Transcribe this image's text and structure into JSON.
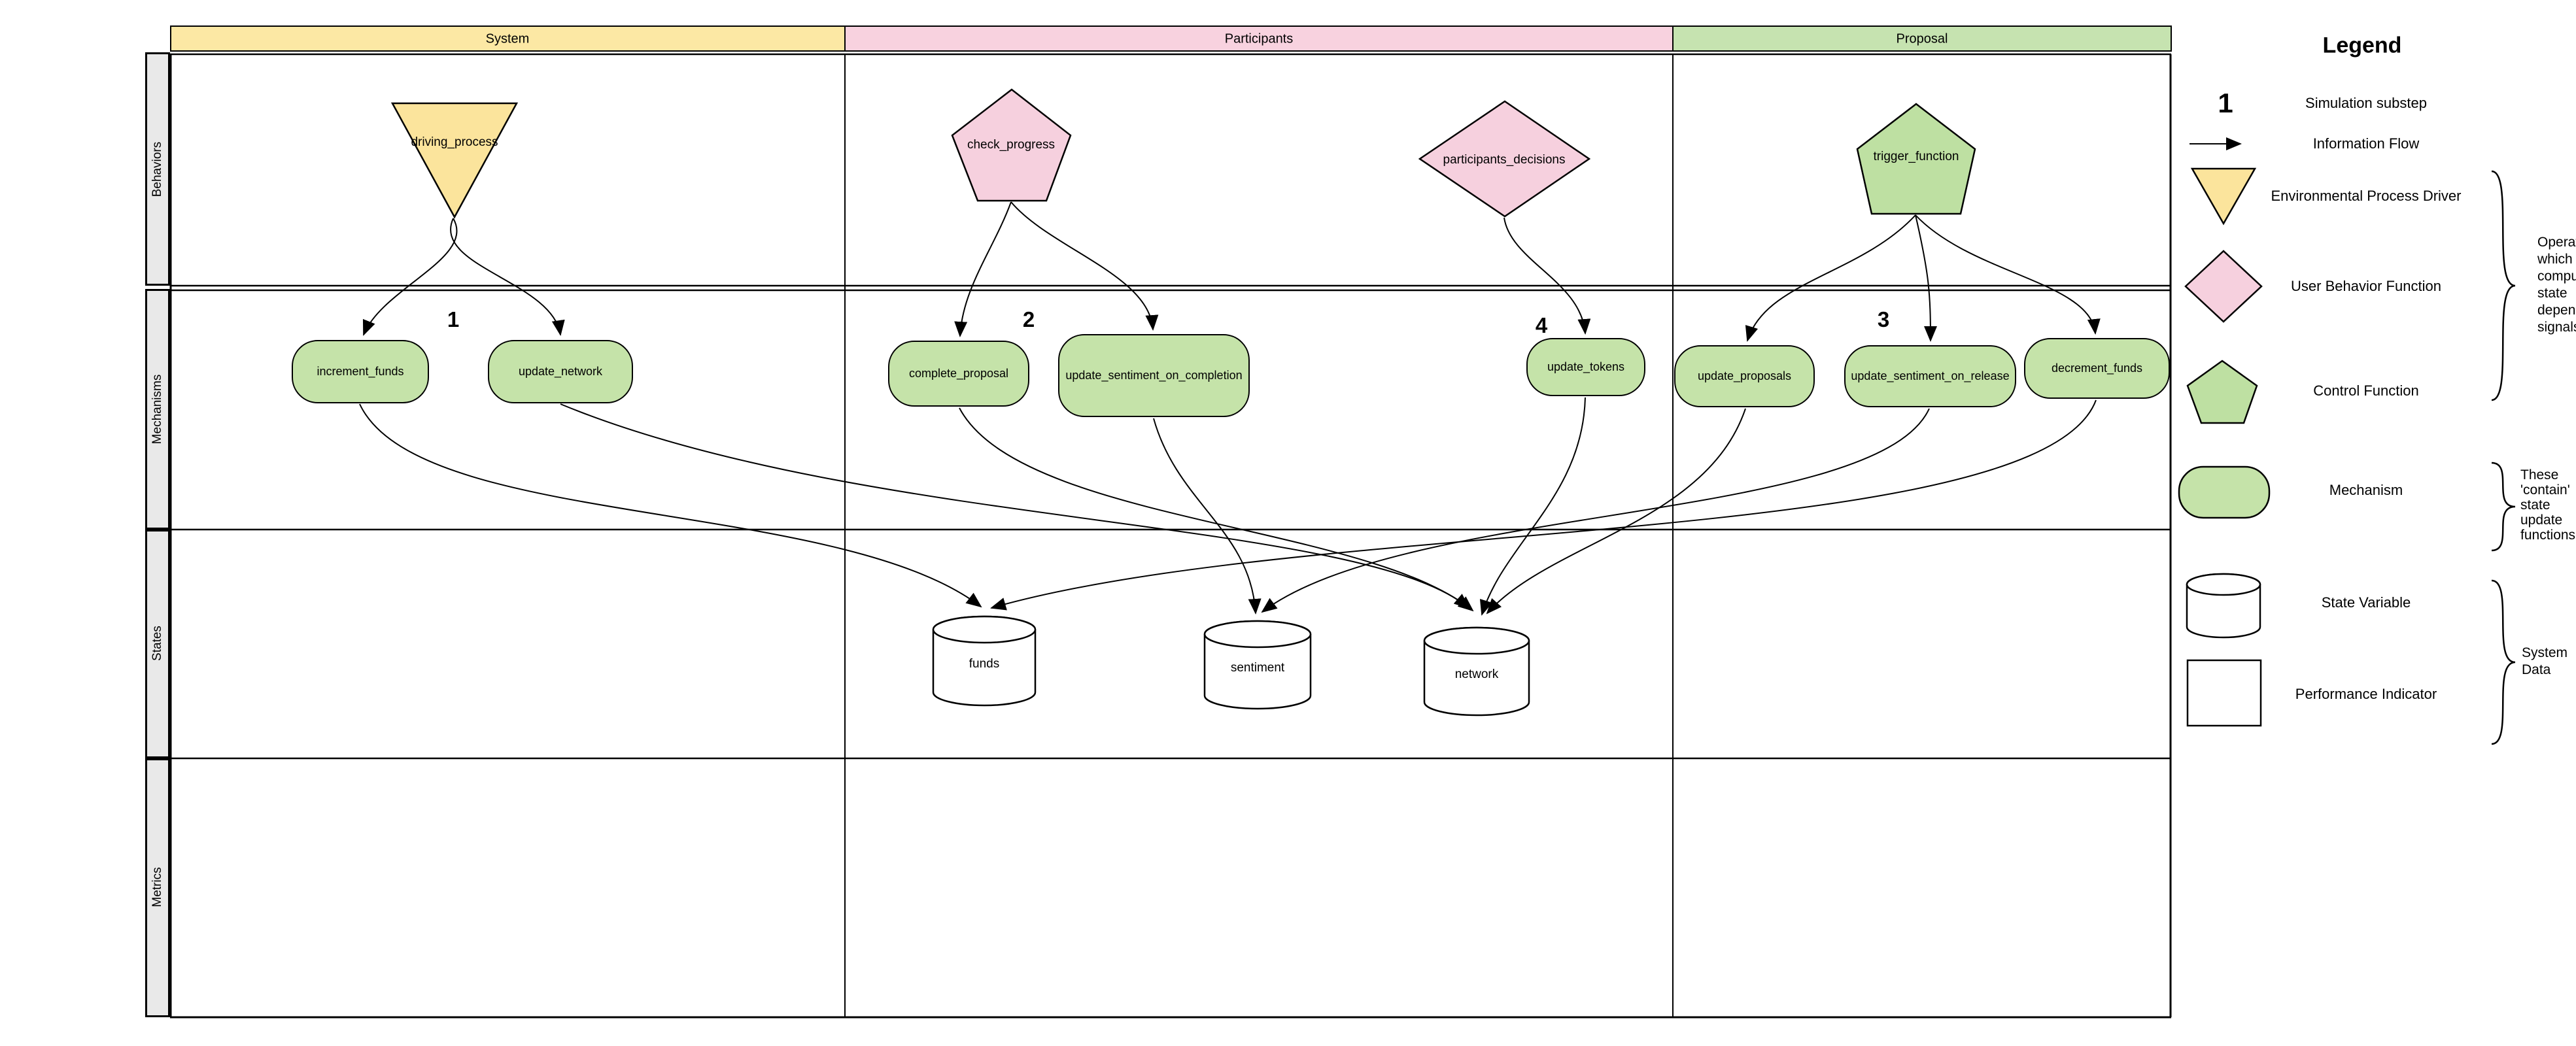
{
  "columns": [
    {
      "label": "System"
    },
    {
      "label": "Participants"
    },
    {
      "label": "Proposal"
    }
  ],
  "rows": [
    {
      "label": "Behaviors"
    },
    {
      "label": "Mechanisms"
    },
    {
      "label": "States"
    },
    {
      "label": "Metrics"
    }
  ],
  "nodes": {
    "behaviors": [
      {
        "id": "driving_process",
        "label": "driving_process",
        "shape": "triangle-down",
        "column": "System"
      },
      {
        "id": "check_progress",
        "label": "check_progress",
        "shape": "pentagon",
        "column": "Participants"
      },
      {
        "id": "participants_decisions",
        "label": "participants_decisions",
        "shape": "diamond",
        "column": "Participants"
      },
      {
        "id": "trigger_function",
        "label": "trigger_function",
        "shape": "pentagon",
        "column": "Proposal"
      }
    ],
    "mechanisms": [
      {
        "id": "increment_funds",
        "label": "increment_funds",
        "column": "System"
      },
      {
        "id": "update_network",
        "label": "update_network",
        "column": "System"
      },
      {
        "id": "complete_proposal",
        "label": "complete_proposal",
        "column": "Participants"
      },
      {
        "id": "update_sentiment_on_completion",
        "label": "update_sentiment_on_completion",
        "column": "Participants"
      },
      {
        "id": "update_tokens",
        "label": "update_tokens",
        "column": "Participants"
      },
      {
        "id": "update_proposals",
        "label": "update_proposals",
        "column": "Proposal"
      },
      {
        "id": "update_sentiment_on_release",
        "label": "update_sentiment_on_release",
        "column": "Proposal"
      },
      {
        "id": "decrement_funds",
        "label": "decrement_funds",
        "column": "Proposal"
      }
    ],
    "states": [
      {
        "id": "funds",
        "label": "funds",
        "shape": "cylinder"
      },
      {
        "id": "sentiment",
        "label": "sentiment",
        "shape": "cylinder"
      },
      {
        "id": "network",
        "label": "network",
        "shape": "cylinder"
      }
    ]
  },
  "substeps": [
    "1",
    "2",
    "3",
    "4"
  ],
  "edges": [
    {
      "from": "driving_process",
      "to": "increment_funds",
      "substep": "1"
    },
    {
      "from": "driving_process",
      "to": "update_network",
      "substep": "1"
    },
    {
      "from": "check_progress",
      "to": "complete_proposal",
      "substep": "2"
    },
    {
      "from": "check_progress",
      "to": "update_sentiment_on_completion",
      "substep": "2"
    },
    {
      "from": "participants_decisions",
      "to": "update_tokens",
      "substep": "4"
    },
    {
      "from": "trigger_function",
      "to": "update_proposals",
      "substep": "3"
    },
    {
      "from": "trigger_function",
      "to": "update_sentiment_on_release",
      "substep": "3"
    },
    {
      "from": "trigger_function",
      "to": "decrement_funds",
      "substep": "3"
    },
    {
      "from": "increment_funds",
      "to": "funds"
    },
    {
      "from": "update_network",
      "to": "network"
    },
    {
      "from": "complete_proposal",
      "to": "network"
    },
    {
      "from": "update_sentiment_on_completion",
      "to": "sentiment"
    },
    {
      "from": "update_tokens",
      "to": "network"
    },
    {
      "from": "update_proposals",
      "to": "network"
    },
    {
      "from": "update_sentiment_on_release",
      "to": "sentiment"
    },
    {
      "from": "decrement_funds",
      "to": "funds"
    }
  ],
  "legend": {
    "title": "Legend",
    "substep_sample": "1",
    "items": [
      {
        "symbol": "substep-number",
        "label": "Simulation substep"
      },
      {
        "symbol": "arrow",
        "label": "Information Flow"
      },
      {
        "symbol": "triangle-down",
        "label": "Environmental Process Driver"
      },
      {
        "symbol": "diamond",
        "label": "User Behavior Function"
      },
      {
        "symbol": "pentagon",
        "label": "Control Function"
      },
      {
        "symbol": "rounded-rect",
        "label": "Mechanism"
      },
      {
        "symbol": "cylinder",
        "label": "State Variable"
      },
      {
        "symbol": "square",
        "label": "Performance Indicator"
      }
    ],
    "annotations": {
      "operators": "Operators\nwhich\ncompute\nstate\ndependent\nsignals",
      "mechanisms_note": "These\n'contain'\nstate\nupdate\nfunctions",
      "system_data": "System\nData"
    }
  },
  "colors": {
    "column_yellow": "#FCE8A4",
    "column_pink": "#F8D2DF",
    "column_green": "#C6E3B0",
    "shape_yellow": "#FBE49C",
    "shape_pink": "#F6D0DE",
    "shape_green": "#BEE0A2",
    "mechanism_green": "#C5E3A9",
    "row_label_bg": "#E9E9E9"
  }
}
